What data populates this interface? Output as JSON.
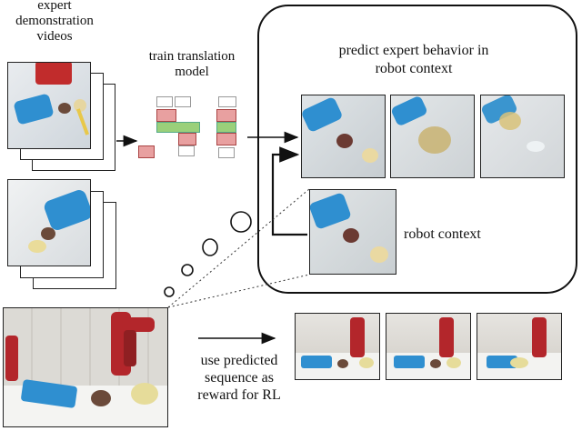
{
  "labels": {
    "expert_videos_line1": "expert",
    "expert_videos_line2": "demonstration",
    "expert_videos_line3": "videos",
    "train_line1": "train translation",
    "train_line2": "model",
    "predict_line1": "predict expert behavior in",
    "predict_line2": "robot context",
    "robot_context": "robot context",
    "reward_line1": "use predicted",
    "reward_line2": "sequence as",
    "reward_line3": "reward for RL"
  },
  "colors": {
    "dustpan_blue": "#2f8fd0",
    "robot_red": "#b3262b",
    "table_white": "#f2f2f0",
    "frame_border": "#222222"
  }
}
